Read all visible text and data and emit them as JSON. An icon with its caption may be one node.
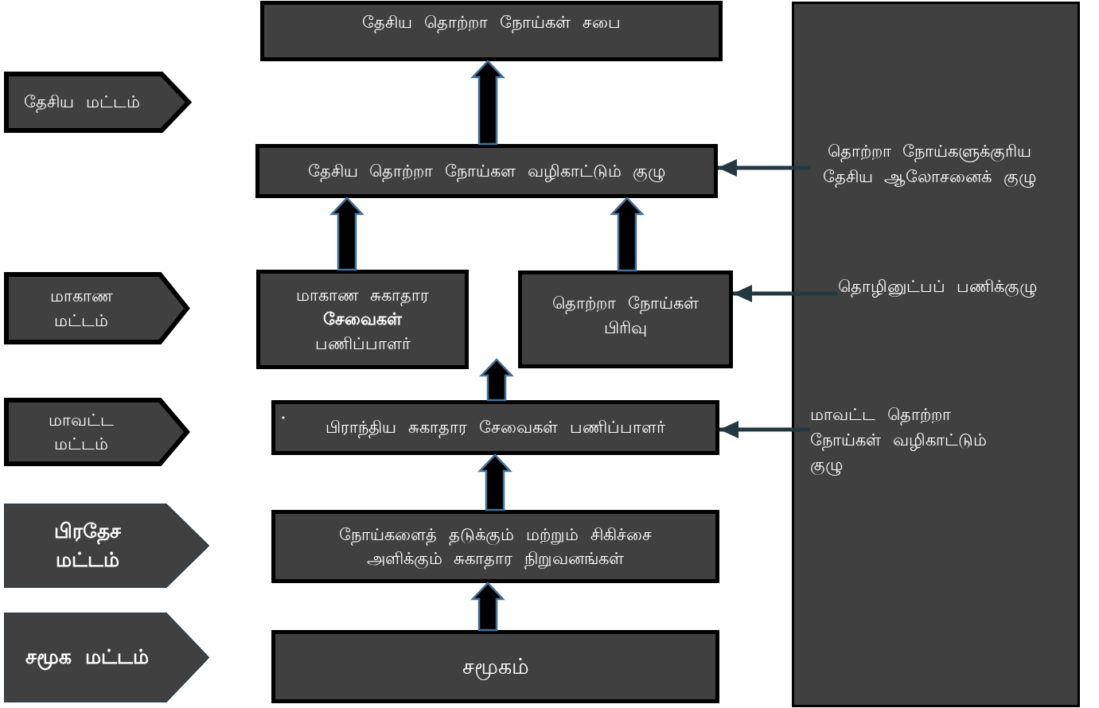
{
  "diagram": {
    "nodes": [
      {
        "text": [
          "தேசிய மட்டம்"
        ]
      },
      {
        "text": [
          "மாகாண மட்டம்"
        ]
      },
      {
        "text": [
          "மாவட்ட மட்டம்"
        ]
      },
      {
        "text": [
          "பிரதேச மட்டம்"
        ]
      },
      {
        "text": [
          "சமூக மட்டம்"
        ]
      },
      {
        "text": [
          "தேசிய தொற்றா நோய்கள் சபை"
        ]
      },
      {
        "text": [
          "தேசிய தொற்றா நோய்கள வழிகாட்டும் குழு"
        ]
      },
      {
        "text": [
          "மாகாண சுகாதார **சேவைகள்** பணிப்பாளர்"
        ]
      },
      {
        "text": [
          "தொற்றா நோய்கள் பிரிவு"
        ]
      },
      {
        "text": [
          "பிராந்திய சுகாதார சேவைகள் பணிப்பாளர்"
        ]
      },
      {
        "text": [
          "நோய்களைத் தடுக்கும் மற்றும் சிகிச்சை அளிக்கும் சுகாதார நிறுவனங்கள்"
        ]
      },
      {
        "text": [
          "சமூகம்"
        ]
      },
      {
        "text": [],
        "shape": "box"
      },
      {
        "text": [
          "தொற்றா நோய்களுக்குரிய தேசிய ஆலோசனைக் குழு"
        ],
        "in": 12
      },
      {
        "text": [
          "தொழினுட்பப் பணிக்குழு"
        ],
        "in": 12
      },
      {
        "text": [
          "மாவட்ட தொற்றா நோய்கள் வழிகாட்டும் குழு"
        ],
        "in": 12
      }
    ],
    "edges": [
      {
        "from": 6,
        "to": 5,
        "arrow": "to",
        "style": "thick"
      },
      {
        "from": 7,
        "to": 6,
        "arrow": "to",
        "style": "thick"
      },
      {
        "from": 8,
        "to": 6,
        "arrow": "to",
        "style": "thick"
      },
      {
        "from": 9,
        "to": null,
        "arrow": "to",
        "style": "thick"
      },
      {
        "from": 10,
        "to": 9,
        "arrow": "to",
        "style": "thick"
      },
      {
        "from": 11,
        "to": 10,
        "arrow": "to",
        "style": "thick"
      },
      {
        "from": 13,
        "to": 6,
        "arrow": "to",
        "color": "#253840"
      },
      {
        "from": 14,
        "to": 8,
        "arrow": "to",
        "color": "#253840"
      },
      {
        "from": 15,
        "to": 9,
        "arrow": "to",
        "color": "#253840"
      }
    ]
  }
}
